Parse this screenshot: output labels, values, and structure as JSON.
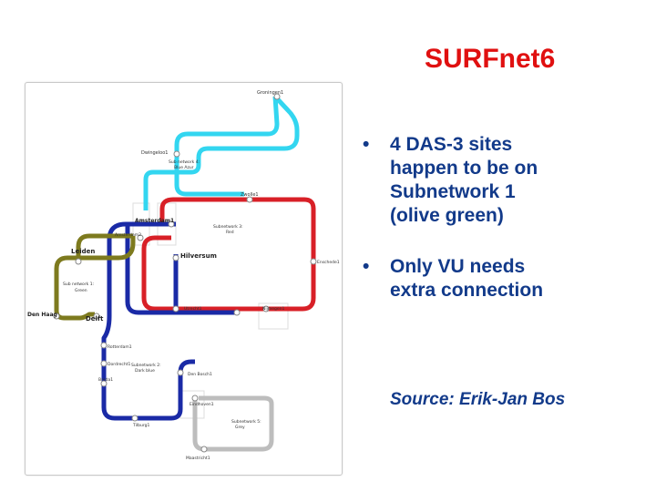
{
  "slide": {
    "title": "SURFnet6",
    "bullets": [
      {
        "marker": "•",
        "lines": [
          "4 DAS-3 sites",
          "happen to be on",
          "Subnetwork 1",
          "(olive green)"
        ]
      },
      {
        "marker": "•",
        "lines": [
          "Only VU needs",
          "extra connection"
        ]
      }
    ],
    "source": "Source: Erik-Jan Bos"
  },
  "map": {
    "labels": {
      "groningen": "Groningen1",
      "dwingeloo": "Dwingeloo1",
      "subnet4_a": "Sub network 4:",
      "subnet4_b": "Blue Azur",
      "zwolle": "Zwolle1",
      "amsterdam1": "Amsterdam1",
      "amsterdam2": "Amsterdam2",
      "subnet3_a": "Subnetwork 3:",
      "subnet3_b": "Red",
      "leiden": "Leiden",
      "hilversum": "Hilversum",
      "enschede": "Enschede1",
      "subnet1_a": "Sub network 1:",
      "subnet1_b": "Green",
      "denhaag": "Den Haag",
      "delft": "Delft",
      "utrecht": "Utrecht1",
      "nijmegen": "Nijmegen1",
      "rotterdam": "Rotterdam1",
      "dordrecht": "Dordrecht1",
      "breda": "Breda1",
      "subnet2_a": "Subnetwork 2:",
      "subnet2_b": "Dark blue",
      "denbosch": "Den Bosch1",
      "eindhoven": "Eindhoven1",
      "tilburg": "Tilburg1",
      "subnet5_a": "Subnetwork 5:",
      "subnet5_b": "Grey",
      "maastricht": "Maastricht1"
    },
    "colors": {
      "cyan": "#33d6f0",
      "red": "#d82027",
      "blue": "#1a2aa6",
      "olive": "#7d7a1e",
      "grey": "#bdbdbd"
    }
  }
}
